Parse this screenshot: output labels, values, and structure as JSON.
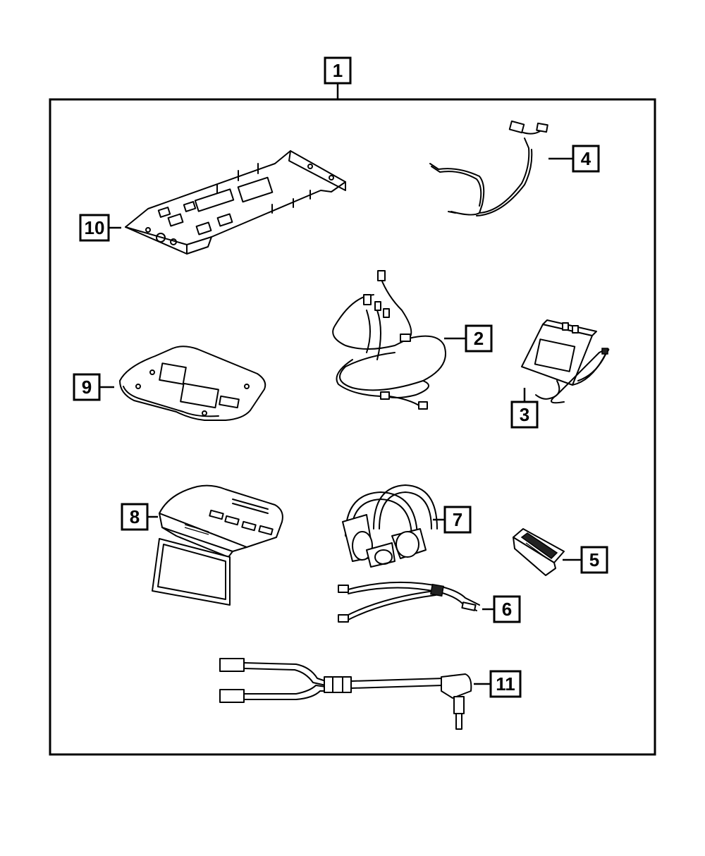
{
  "diagram": {
    "assembly_callout": "1",
    "callouts": [
      {
        "id": "c2",
        "label": "2"
      },
      {
        "id": "c3",
        "label": "3"
      },
      {
        "id": "c4",
        "label": "4"
      },
      {
        "id": "c5",
        "label": "5"
      },
      {
        "id": "c6",
        "label": "6"
      },
      {
        "id": "c7",
        "label": "7"
      },
      {
        "id": "c8",
        "label": "8"
      },
      {
        "id": "c9",
        "label": "9"
      },
      {
        "id": "c10",
        "label": "10"
      },
      {
        "id": "c11",
        "label": "11"
      }
    ],
    "colors": {
      "line": "#000000",
      "background": "#ffffff"
    }
  }
}
